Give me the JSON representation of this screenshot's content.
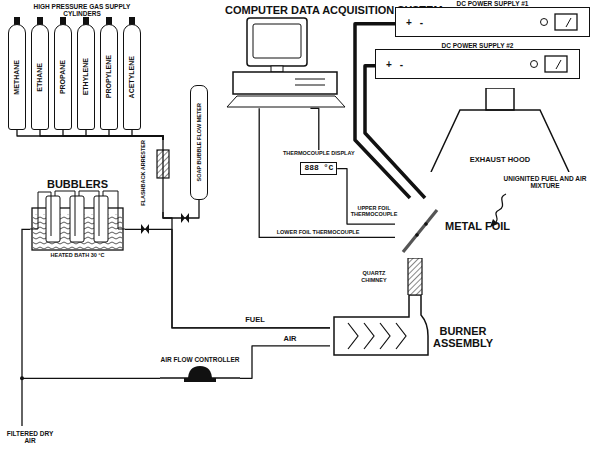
{
  "diagram": {
    "nodes": [
      {
        "text": [
          "COMPUTER DATA ACQUISITION SYSTEM"
        ]
      },
      {
        "text": [
          "DC POWER SUPPLY #1",
          "+",
          "-"
        ]
      },
      {
        "text": [
          "DC POWER SUPPLY #2",
          "+",
          "-"
        ]
      },
      {
        "text": [
          "EXHAUST HOOD"
        ]
      },
      {
        "text": [
          "THERMOCOUPLE DISPLAY",
          "888 °C"
        ]
      },
      {
        "text": [
          "METHANE"
        ]
      },
      {
        "text": [
          "ETHANE"
        ]
      },
      {
        "text": [
          "PROPANE"
        ]
      },
      {
        "text": [
          "ETHYLENE"
        ]
      },
      {
        "text": [
          "PROPYLENE"
        ]
      },
      {
        "text": [
          "ACETYLENE"
        ]
      },
      {
        "text": [
          "FLASHBACK ARRESTER"
        ]
      },
      {
        "text": [
          "SOAP BUBBLE FLOW METER"
        ]
      },
      {
        "text": [
          "BUBBLERS",
          "HEATED BATH 30 °C"
        ]
      },
      {
        "text": [
          "AIR FLOW CONTROLLER"
        ]
      },
      {
        "text": [
          "BURNER ASSEMBLY"
        ]
      },
      {
        "text": [
          "QUARTZ CHIMNEY"
        ]
      },
      {
        "text": [
          "METAL FOIL"
        ]
      }
    ],
    "edges": [
      {
        "from": 5,
        "to": 11,
        "arrow": "none"
      },
      {
        "from": 6,
        "to": 11,
        "arrow": "none"
      },
      {
        "from": 7,
        "to": 11,
        "arrow": "none"
      },
      {
        "from": 8,
        "to": 11,
        "arrow": "none"
      },
      {
        "from": 9,
        "to": 11,
        "arrow": "none"
      },
      {
        "from": 10,
        "to": 11,
        "arrow": "none"
      },
      {
        "from": 11,
        "to": 12,
        "arrow": "none"
      },
      {
        "from": 11,
        "to": 15,
        "label": "FUEL",
        "arrow": "none"
      },
      {
        "from": 13,
        "to": 15,
        "arrow": "none"
      },
      {
        "from": 14,
        "to": 15,
        "label": "AIR",
        "arrow": "none"
      },
      {
        "from": 0,
        "to": 4,
        "arrow": "none"
      },
      {
        "from": 4,
        "to": 17,
        "label": "UPPER FOIL THERMOCOUPLE",
        "arrow": "none"
      },
      {
        "from": 0,
        "to": 17,
        "label": "LOWER FOIL THERMOCOUPLE",
        "arrow": "none"
      },
      {
        "from": 1,
        "to": 17,
        "arrow": "none"
      },
      {
        "from": 2,
        "to": 17,
        "arrow": "none"
      }
    ],
    "labels": [
      "HIGH PRESSURE GAS SUPPLY CYLINDERS",
      "FILTERED DRY AIR",
      "UNIGNITED FUEL AND AIR MIXTURE"
    ]
  }
}
